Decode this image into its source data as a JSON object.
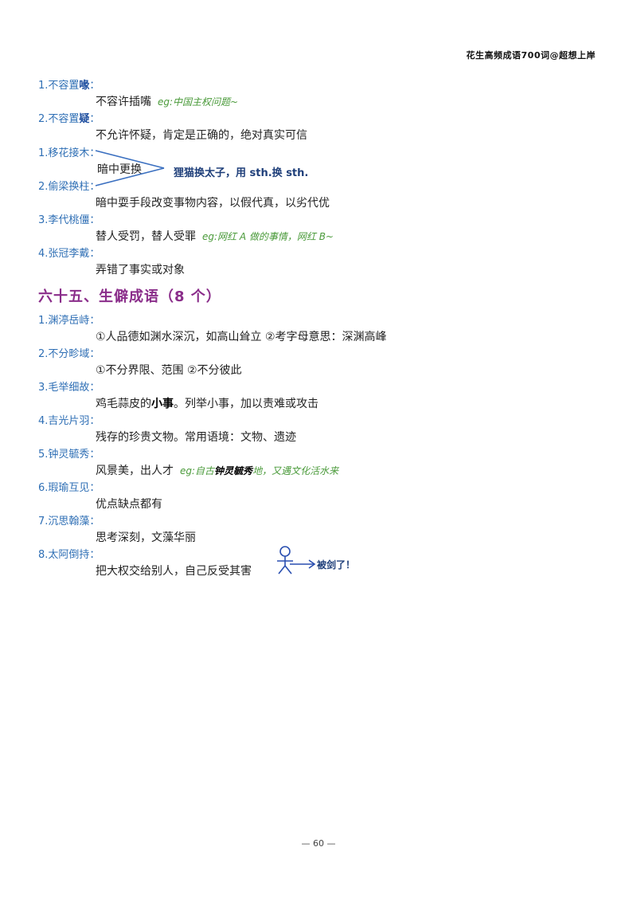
{
  "header": {
    "title": "花生高频成语700词@超想上岸"
  },
  "entries_a": [
    {
      "term_prefix": "1.不容置",
      "term_bold": "喙",
      "term_suffix": "：",
      "def": "不容许插嘴",
      "eg": "eg:中国主权问题~"
    },
    {
      "term_prefix": "2.不容置",
      "term_bold": "疑",
      "term_suffix": "：",
      "def": "不允许怀疑，肯定是正确的，绝对真实可信"
    }
  ],
  "pair": {
    "term1": "1.移花接木：",
    "term2": "2.偷梁换柱：",
    "shared_def": "暗中更换",
    "note": "狸猫换太子，用 sth.换 sth.",
    "def2": "暗中耍手段改变事物内容，以假代真，以劣代优"
  },
  "entries_b": [
    {
      "term": "3.李代桃僵：",
      "def": "替人受罚，替人受罪",
      "eg": "eg:网红 A 做的事情，网红 B~"
    },
    {
      "term": "4.张冠李戴：",
      "def": "弄错了事实或对象"
    }
  ],
  "section": {
    "title": "六十五、生僻成语（8 个）"
  },
  "entries_c": [
    {
      "term": "1.渊渟岳峙：",
      "def": "①人品德如渊水深沉，如高山耸立 ②考字母意思：深渊高峰"
    },
    {
      "term": "2.不分畛域：",
      "def": "①不分界限、范围 ②不分彼此"
    },
    {
      "term": "3.毛举细故：",
      "def_prefix": "鸡毛蒜皮的",
      "def_bold": "小事",
      "def_suffix": "。列举小事，加以责难或攻击"
    },
    {
      "term": "4.吉光片羽：",
      "def": "残存的珍贵文物。常用语境：文物、遗迹"
    },
    {
      "term": "5.钟灵毓秀：",
      "def": "风景美，出人才",
      "eg_prefix": "eg:自古",
      "eg_bold": "钟灵毓秀",
      "eg_suffix": "地，又遇文化活水来"
    },
    {
      "term": "6.瑕瑜互见：",
      "def": "优点缺点都有"
    },
    {
      "term": "7.沉思翰藻：",
      "def": "思考深刻，文藻华丽"
    },
    {
      "term": "8.太阿倒持：",
      "def": "把大权交给别人，自己反受其害",
      "doodle_label": "被剑了！"
    }
  ],
  "footer": {
    "page": "— 60 —"
  },
  "colors": {
    "term": "#2f6fb5",
    "section": "#8a2d8a",
    "eg": "#4a9a3a",
    "note": "#1f3f7a"
  }
}
